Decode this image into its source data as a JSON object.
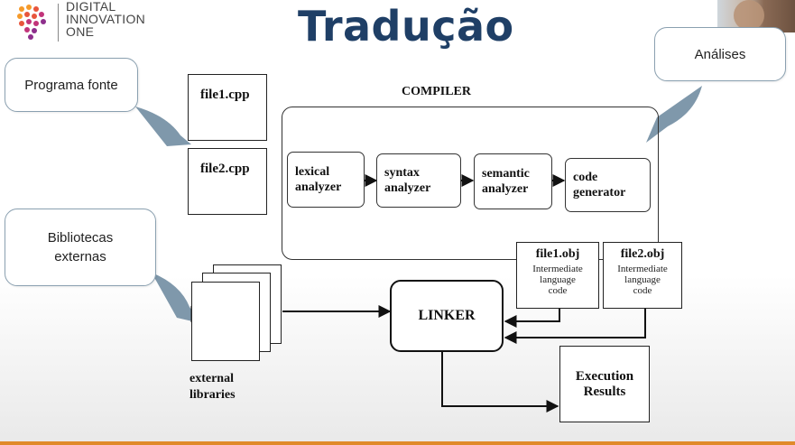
{
  "brand": {
    "line1": "DIGITAL",
    "line2": "INNOVATION",
    "line3": "ONE",
    "logo_colors": [
      "#f59a2a",
      "#e8553c",
      "#c2347a",
      "#8e2f8c"
    ]
  },
  "slide": {
    "title": "Tradução",
    "title_color": "#1f3f66"
  },
  "callouts": {
    "source": "Programa fonte",
    "libraries_line1": "Bibliotecas",
    "libraries_line2": "externas",
    "analyses": "Análises"
  },
  "diagram": {
    "file1": "file1.cpp",
    "file2": "file2.cpp",
    "compiler_label": "COMPILER",
    "stages": [
      {
        "line1": "lexical",
        "line2": "analyzer"
      },
      {
        "line1": "syntax",
        "line2": "analyzer"
      },
      {
        "line1": "semantic",
        "line2": "analyzer"
      },
      {
        "line1": "code",
        "line2": "generator"
      }
    ],
    "obj1": {
      "name": "file1.obj",
      "desc1": "Intermediate",
      "desc2": "language",
      "desc3": "code"
    },
    "obj2": {
      "name": "file2.obj",
      "desc1": "Intermediate",
      "desc2": "language",
      "desc3": "code"
    },
    "linker": "LINKER",
    "libs_line1": "external",
    "libs_line2": "libraries",
    "result_line1": "Execution",
    "result_line2": "Results"
  },
  "colors": {
    "callout_arrow": "#7f98ab",
    "bottom_bar": "#e08a2a"
  }
}
